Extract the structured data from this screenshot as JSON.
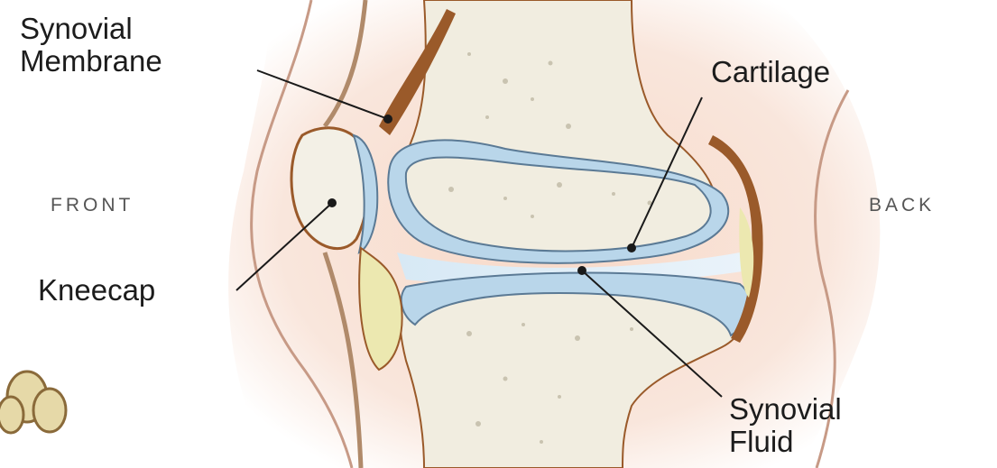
{
  "diagram": {
    "labels": {
      "synovial_membrane": {
        "line1": "Synovial",
        "line2": "Membrane"
      },
      "cartilage": "Cartilage",
      "front": "FRONT",
      "back": "BACK",
      "kneecap": "Kneecap",
      "synovial_fluid": {
        "line1": "Synovial",
        "line2": "Fluid"
      }
    },
    "colors": {
      "skin": "#f6ddd0",
      "bone": "#f1ede0",
      "bone_speckle": "#c9c3b0",
      "cartilage": "#b9d6ea",
      "cartilage_edge": "#5b7a95",
      "tissue_brown": "#9a5a2a",
      "fat_yellow": "#ece8b0",
      "line": "#1a1a1a"
    }
  }
}
